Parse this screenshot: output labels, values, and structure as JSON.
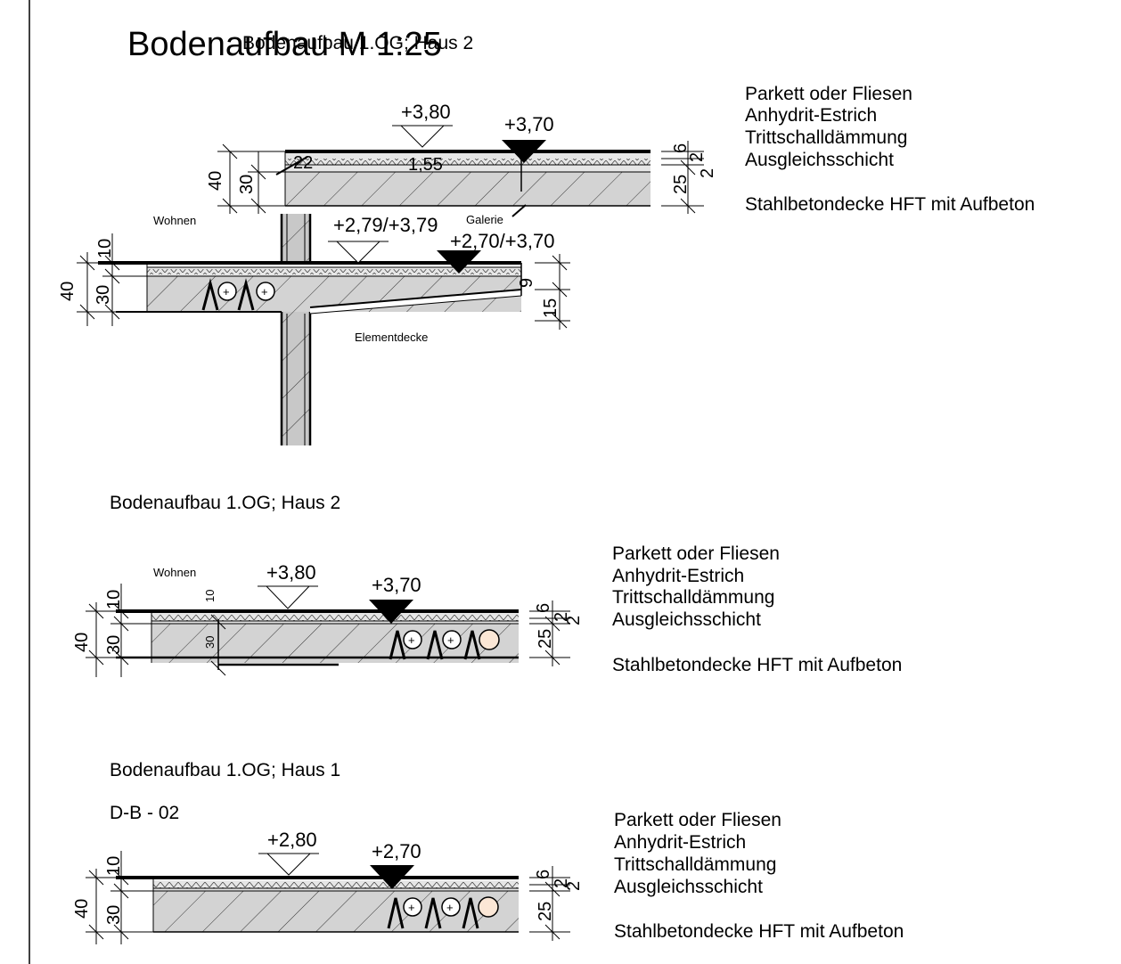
{
  "page_title": "Bodenaufbau M 1:25",
  "section_a": {
    "title": "Bodenaufbau 1.OG; Haus 2",
    "level_finish": "+3,80",
    "level_structure": "+3,70",
    "dim_40": "40",
    "dim_30": "30",
    "dim_22": "22",
    "dim_155": "1,55",
    "dim_6": "6",
    "dim_25": "25",
    "dim_2a": "2",
    "dim_2b": "2",
    "room_left": "Wohnen",
    "room_right": "Galerie",
    "lower_level_finish": "+2,79/+3,79",
    "lower_level_structure": "+2,70/+3,70",
    "lower_dim_10": "10",
    "lower_dim_40": "40",
    "lower_dim_30": "30",
    "lower_dim_9": "9",
    "lower_dim_15": "15",
    "slab_label": "Elementdecke",
    "layers": [
      "Parkett oder Fliesen",
      "Anhydrit-Estrich",
      "Trittschalldämmung",
      "Ausgleichsschicht",
      "Stahlbetondecke HFT mit Aufbeton"
    ]
  },
  "section_b": {
    "title": "Bodenaufbau 1.OG; Haus 2",
    "room": "Wohnen",
    "level_finish": "+3,80",
    "level_structure": "+3,70",
    "dim_10": "10",
    "dim_40": "40",
    "dim_30": "30",
    "dim_10_small": "10",
    "dim_30_small": "30",
    "dim_6": "6",
    "dim_25": "25",
    "dim_2a": "2",
    "dim_2b": "2",
    "layers": [
      "Parkett oder Fliesen",
      "Anhydrit-Estrich",
      "Trittschalldämmung",
      "Ausgleichsschicht",
      "Stahlbetondecke HFT mit Aufbeton"
    ]
  },
  "section_c": {
    "title": "Bodenaufbau 1.OG; Haus 1",
    "code": "D-B - 02",
    "level_finish": "+2,80",
    "level_structure": "+2,70",
    "dim_10": "10",
    "dim_40": "40",
    "dim_30": "30",
    "dim_6": "6",
    "dim_25": "25",
    "dim_2a": "2",
    "dim_2b": "2",
    "layers": [
      "Parkett oder Fliesen",
      "Anhydrit-Estrich",
      "Trittschalldämmung",
      "Ausgleichsschicht",
      "Stahlbetondecke HFT mit Aufbeton"
    ]
  }
}
